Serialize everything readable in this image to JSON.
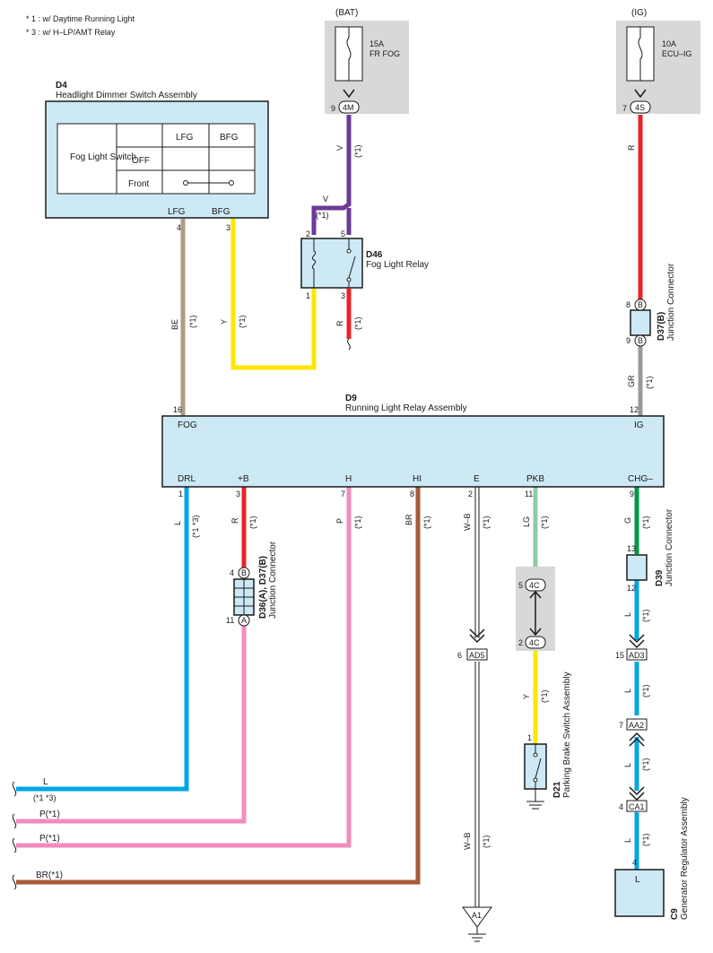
{
  "notes": [
    "* 1 : w/ Daytime Running Light",
    "* 3 : w/ H–LP/AMT Relay"
  ],
  "colors": {
    "V": "#6b3a96",
    "R": "#e8232a",
    "BE": "#b29a86",
    "Y": "#ffe600",
    "GR": "#999999",
    "L": "#00a6e6",
    "P": "#f08cbc",
    "BR": "#a65a37",
    "LG": "#8fcca4",
    "G": "#009944",
    "WB": "#1a1a1a"
  },
  "fuses": {
    "bat": {
      "supply": "(BAT)",
      "rating": "15A",
      "name": "FR FOG",
      "terminal": "9",
      "conn": "4M"
    },
    "ig": {
      "supply": "(IG)",
      "rating": "10A",
      "name": "ECU–IG",
      "terminal": "7",
      "conn": "4S"
    }
  },
  "d4": {
    "code": "D4",
    "name": "Headlight Dimmer Switch Assembly",
    "table_title": "Fog Light Switch",
    "cols": [
      "LFG",
      "BFG"
    ],
    "rows": [
      "OFF",
      "Front"
    ],
    "pins": [
      {
        "label": "LFG",
        "num": "4"
      },
      {
        "label": "BFG",
        "num": "3"
      }
    ]
  },
  "d46": {
    "code": "D46",
    "name": "Fog Light Relay",
    "pins": [
      "2",
      "5",
      "1",
      "3"
    ]
  },
  "d37b_top": {
    "code": "D37(B)",
    "name": "Junction Connector",
    "pin_top": "8",
    "pin_bottom": "9",
    "conn": "B"
  },
  "d9": {
    "code": "D9",
    "name": "Running Light Relay Assembly",
    "top_pins": [
      {
        "label": "FOG",
        "num": "16"
      },
      {
        "label": "IG",
        "num": "12"
      }
    ],
    "bottom_pins": [
      {
        "label": "DRL",
        "num": "1"
      },
      {
        "label": "+B",
        "num": "3"
      },
      {
        "label": "H",
        "num": "7"
      },
      {
        "label": "HI",
        "num": "8"
      },
      {
        "label": "E",
        "num": "2"
      },
      {
        "label": "PKB",
        "num": "11"
      },
      {
        "label": "CHG–",
        "num": "9"
      }
    ]
  },
  "d36": {
    "code": "D36(A), D37(B)",
    "name": "Junction Connector",
    "pin_top": "4",
    "conn_top": "B",
    "pin_bottom": "11",
    "conn_bottom": "A"
  },
  "d39": {
    "code": "D39",
    "name": "Junction Connector",
    "pin_top": "13",
    "pin_bottom": "12"
  },
  "d21": {
    "code": "D21",
    "name": "Parking Brake Switch Assembly",
    "pin": "1"
  },
  "c9": {
    "code": "C9",
    "name": "Generator Regulator Assembly",
    "pin": "4",
    "terminal": "L"
  },
  "connectors": {
    "ad5": {
      "num": "6",
      "label": "AD5"
    },
    "c4c_top": {
      "num": "5",
      "label": "4C"
    },
    "c4c_bot": {
      "num": "2",
      "label": "4C"
    },
    "ad3": {
      "num": "15",
      "label": "AD3"
    },
    "aa2": {
      "num": "7",
      "label": "AA2"
    },
    "ca1": {
      "num": "4",
      "label": "CA1"
    },
    "ground": "A1"
  },
  "wire_labels": {
    "v_fuse": "V",
    "v_relay": "V",
    "star1": "(*1)",
    "star13": "(*1 *3)",
    "be": "BE",
    "y": "Y",
    "r_relay": "R",
    "r_ig": "R",
    "gr": "GR",
    "l_drl": "L",
    "r_b": "R",
    "p_h": "P",
    "br_hi": "BR",
    "wb_e": "W–B",
    "lg_pkb": "LG",
    "g_chg": "G",
    "y_pkb": "Y",
    "l1": "L",
    "l2": "L",
    "l3": "L",
    "l4": "L",
    "wb_lower": "W–B"
  },
  "left_wires": [
    {
      "label": "L",
      "sub": "(*1 *3)"
    },
    {
      "label": "P(*1)"
    },
    {
      "label": "P(*1)"
    },
    {
      "label": "BR(*1)"
    }
  ]
}
